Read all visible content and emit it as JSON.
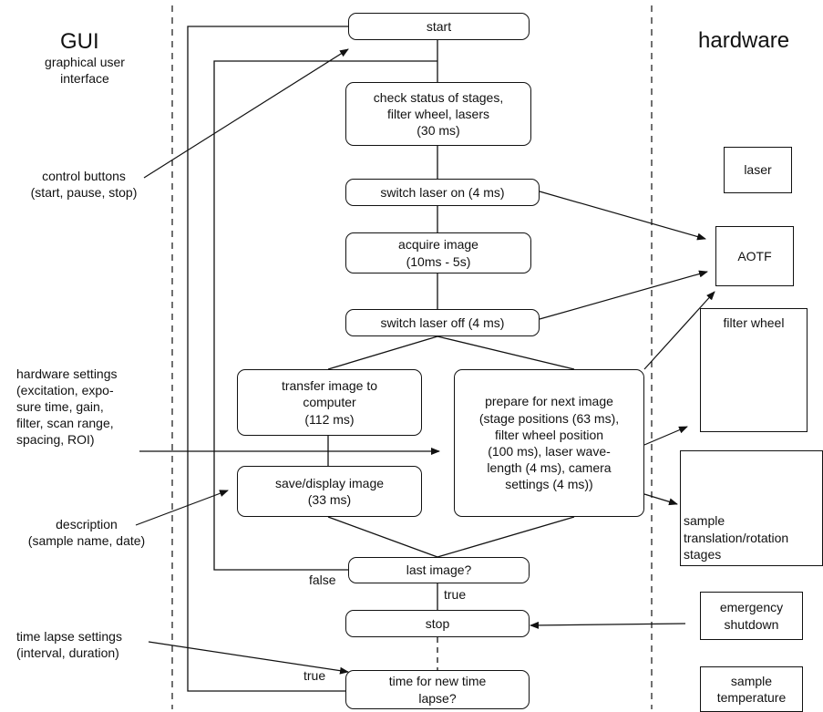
{
  "gui": {
    "title": "GUI",
    "subtitle": "graphical user\ninterface",
    "control_buttons": "control buttons\n(start, pause, stop)",
    "hardware_settings": "hardware settings\n(excitation, expo-\nsure time, gain,\nfilter, scan range,\nspacing, ROI)",
    "description": "description\n(sample name, date)",
    "time_lapse": "time lapse settings\n(interval, duration)"
  },
  "flow": {
    "start": "start",
    "check_status": "check status of stages,\nfilter wheel, lasers\n(30 ms)",
    "laser_on": "switch laser on (4 ms)",
    "acquire": "acquire image\n(10ms - 5s)",
    "laser_off": "switch laser off (4 ms)",
    "transfer": "transfer image to\ncomputer\n(112 ms)",
    "save_display": "save/display image\n(33 ms)",
    "prepare": "prepare for next image\n(stage positions (63 ms),\nfilter wheel position\n(100 ms), laser wave-\nlength (4 ms), camera\nsettings (4 ms))",
    "last_image": "last image?",
    "false_label": "false",
    "true_label_1": "true",
    "stop": "stop",
    "true_label_2": "true",
    "time_lapse_q": "time for new time\nlapse?"
  },
  "hardware": {
    "title": "hardware",
    "laser": "laser",
    "aotf": "AOTF",
    "filter_wheel": "filter wheel",
    "stages": "sample\ntranslation/rotation\nstages",
    "emergency": "emergency\nshutdown",
    "temperature": "sample\ntemperature"
  }
}
